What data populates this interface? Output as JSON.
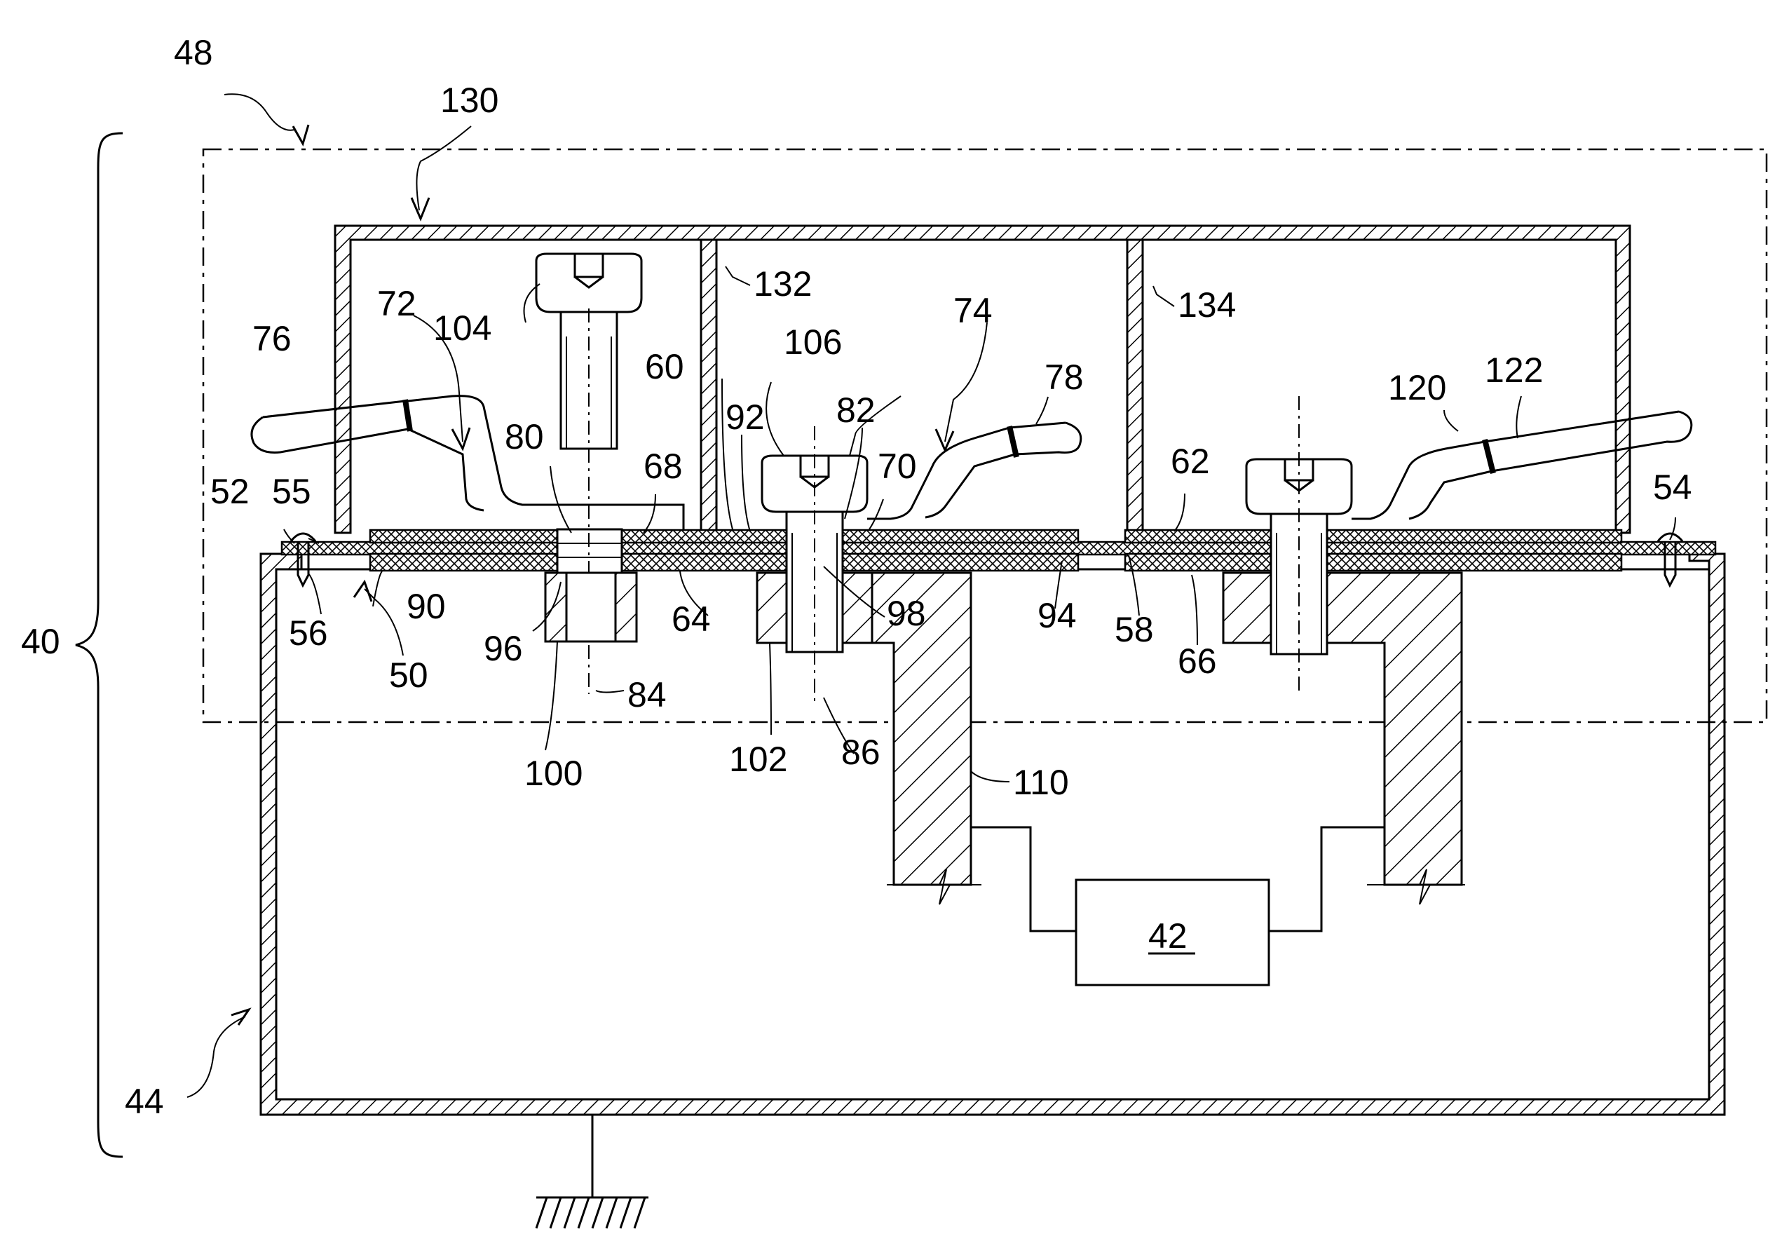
{
  "labels": {
    "l48": "48",
    "l130": "130",
    "l40": "40",
    "l44": "44",
    "l42": "42",
    "l132": "132",
    "l134": "134",
    "l104": "104",
    "l106": "106",
    "l72": "72",
    "l74": "74",
    "l76": "76",
    "l78": "78",
    "l120": "120",
    "l122": "122",
    "l60": "60",
    "l92": "92",
    "l82": "82",
    "l70": "70",
    "l80": "80",
    "l68": "68",
    "l62": "62",
    "l52": "52",
    "l55": "55",
    "l54": "54",
    "l56": "56",
    "l90": "90",
    "l50": "50",
    "l96": "96",
    "l64": "64",
    "l84": "84",
    "l100": "100",
    "l98": "98",
    "l94": "94",
    "l58": "58",
    "l66": "66",
    "l102": "102",
    "l86": "86",
    "l110": "110"
  },
  "colors": {
    "line": "#000000",
    "background": "#ffffff"
  }
}
